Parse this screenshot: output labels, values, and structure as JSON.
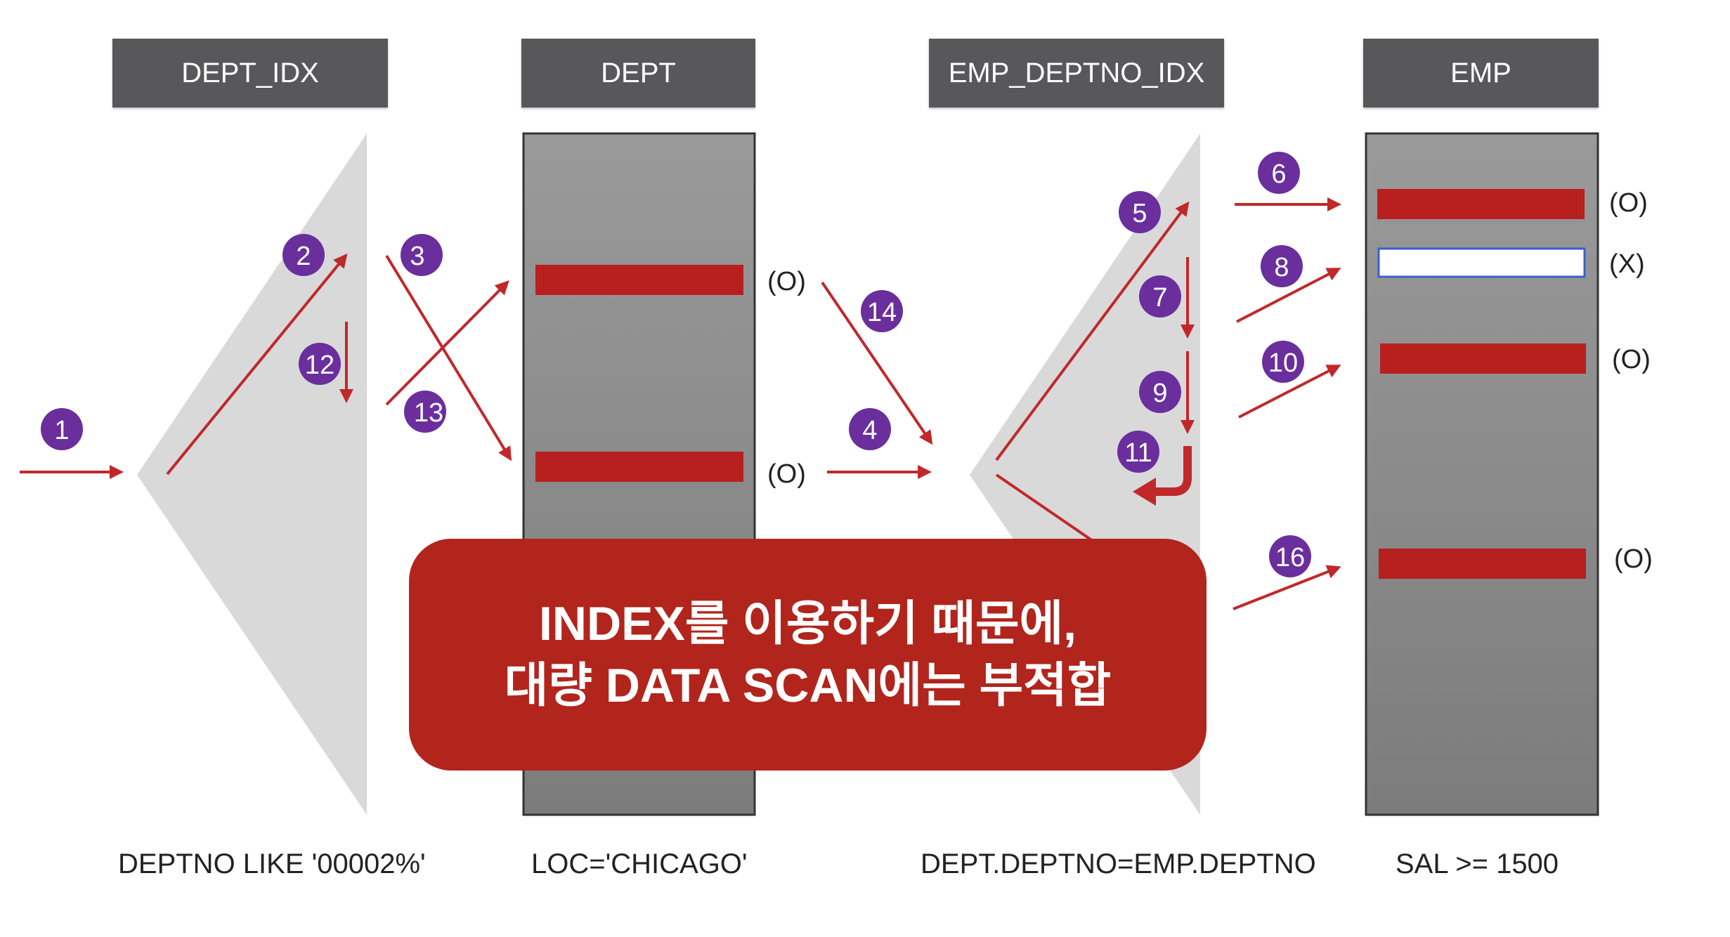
{
  "headers": {
    "dept_idx": "DEPT_IDX",
    "dept": "DEPT",
    "emp_deptno_idx": "EMP_DEPTNO_IDX",
    "emp": "EMP"
  },
  "captions": {
    "dept_idx": "DEPTNO  LIKE  '00002%'",
    "dept": "LOC='CHICAGO'",
    "emp_deptno_idx": "DEPT.DEPTNO=EMP.DEPTNO",
    "emp": "SAL >=  1500"
  },
  "dept_marks": [
    "(O)",
    "(O)"
  ],
  "emp_marks": [
    "(O)",
    "(X)",
    "(O)",
    "(O)"
  ],
  "steps": [
    "1",
    "2",
    "3",
    "4",
    "5",
    "6",
    "7",
    "8",
    "9",
    "10",
    "11",
    "12",
    "13",
    "14",
    "16"
  ],
  "banner": {
    "line1": "INDEX를 이용하기 때문에,",
    "line2": "대량 DATA SCAN에는 부적합"
  },
  "colors": {
    "header_bg": "#58585a",
    "arrow_red": "#c0282a",
    "row_red": "#b81f1f",
    "badge_purple": "#6a2e9d",
    "table_gray": "#8e8e8e",
    "index_gray": "#d9d9d9",
    "banner_red": "#b1251d"
  }
}
